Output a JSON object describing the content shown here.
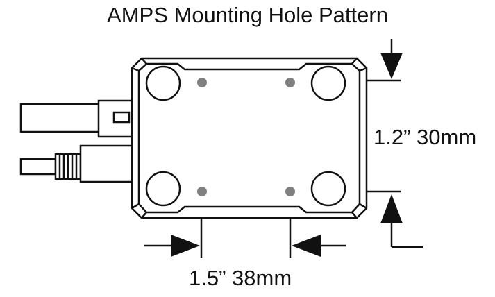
{
  "title": "AMPS Mounting Hole Pattern",
  "dimensions": {
    "vertical": "1.2” 30mm",
    "horizontal": "1.5” 38mm"
  },
  "colors": {
    "line": "#111111",
    "dot": "#808080",
    "background": "#ffffff"
  }
}
